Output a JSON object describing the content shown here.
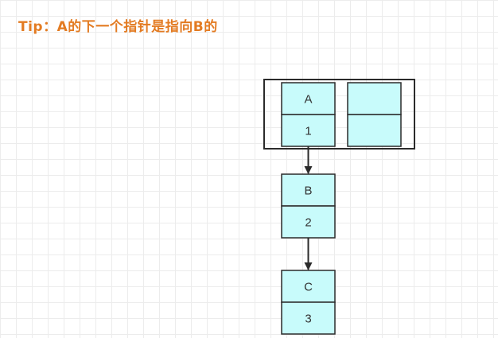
{
  "tip": {
    "text": "Tip：A的下一个指针是指向B的"
  },
  "nodes": [
    {
      "name": "A",
      "value": "1"
    },
    {
      "name": "B",
      "value": "2"
    },
    {
      "name": "C",
      "value": "3"
    }
  ],
  "colors": {
    "tip_text": "#e37b22",
    "cell_fill": "#c8fbfb",
    "stroke": "#2b2b2b",
    "grid": "#ececec"
  }
}
